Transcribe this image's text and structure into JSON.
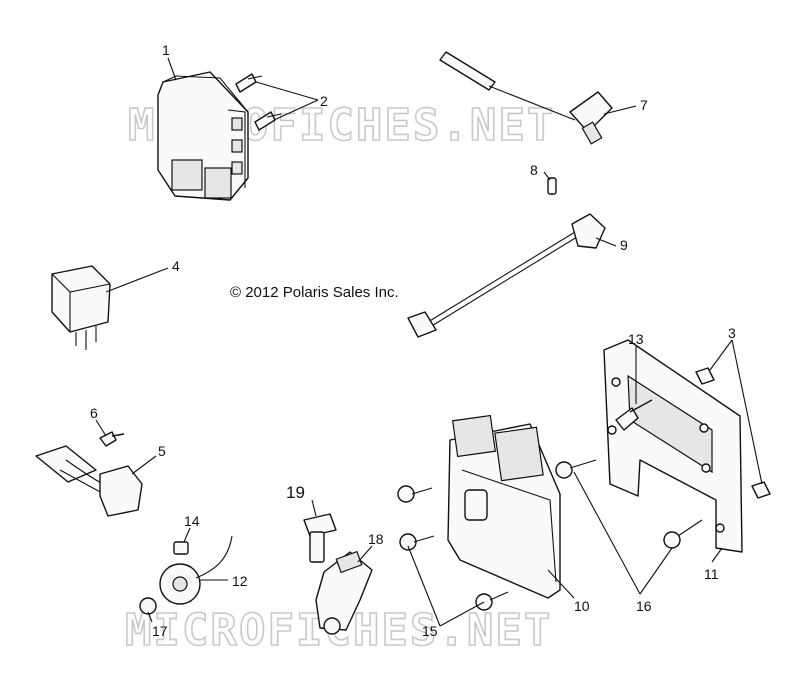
{
  "copyright": "© 2012 Polaris Sales Inc.",
  "watermark": {
    "top": "MICROFICHES.NET",
    "bottom": "MICROFICHES.NET"
  },
  "callouts": {
    "c1": "1",
    "c2": "2",
    "c3": "3",
    "c4": "4",
    "c5": "5",
    "c6": "6",
    "c7": "7",
    "c8": "8",
    "c9": "9",
    "c10": "10",
    "c11": "11",
    "c12": "12",
    "c13": "13",
    "c14": "14",
    "c15": "15",
    "c16": "16",
    "c17": "17",
    "c18": "18",
    "c19": "19"
  }
}
